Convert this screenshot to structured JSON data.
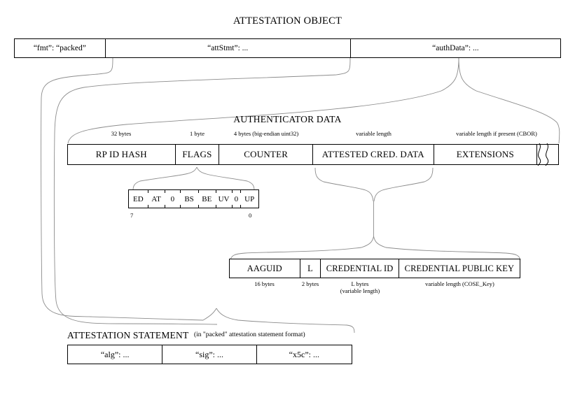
{
  "page": {
    "title": "ATTESTATION OBJECT"
  },
  "attestation_object": {
    "label": "ATTESTATION OBJECT",
    "fields": [
      {
        "name": "fmt",
        "label": "“fmt”: “packed”"
      },
      {
        "name": "attStmt",
        "label": "“attStmt”: ..."
      },
      {
        "name": "authData",
        "label": "“authData”: ..."
      }
    ]
  },
  "authenticator_data": {
    "title": "AUTHENTICATOR DATA",
    "fields": [
      {
        "name": "rp-id-hash",
        "label": "RP ID HASH",
        "size": "32 bytes"
      },
      {
        "name": "flags",
        "label": "FLAGS",
        "size": "1 byte"
      },
      {
        "name": "counter",
        "label": "COUNTER",
        "size": "4 bytes (big-endian uint32)"
      },
      {
        "name": "attested-cred-data",
        "label": "ATTESTED CRED. DATA",
        "size": "variable length"
      },
      {
        "name": "extensions",
        "label": "EXTENSIONS",
        "size": "variable length if present (CBOR)"
      }
    ]
  },
  "flags_bits": {
    "bits": [
      "ED",
      "AT",
      "0",
      "BS",
      "BE",
      "UV",
      "0",
      "UP"
    ],
    "msb_label": "7",
    "lsb_label": "0"
  },
  "attested_credential_data": {
    "fields": [
      {
        "name": "aaguid",
        "label": "AAGUID",
        "size": "16 bytes"
      },
      {
        "name": "credential-id-length",
        "label": "L",
        "size": "2 bytes"
      },
      {
        "name": "credential-id",
        "label": "CREDENTIAL ID",
        "size": "L bytes\n(variable length)"
      },
      {
        "name": "credential-public-key",
        "label": "CREDENTIAL PUBLIC KEY",
        "size": "variable length (COSE_Key)"
      }
    ],
    "credential_id_size_line1": "L bytes",
    "credential_id_size_line2": "(variable length)"
  },
  "attestation_statement": {
    "title": "ATTESTATION STATEMENT",
    "note": "(in \"packed\" attestation statement format)",
    "fields": [
      {
        "name": "alg",
        "label": "“alg”: ..."
      },
      {
        "name": "sig",
        "label": "“sig”: ..."
      },
      {
        "name": "x5c",
        "label": "“x5c”: ..."
      }
    ]
  },
  "colors": {
    "line": "#000000",
    "connector": "#8c8c8c",
    "background": "#ffffff"
  }
}
